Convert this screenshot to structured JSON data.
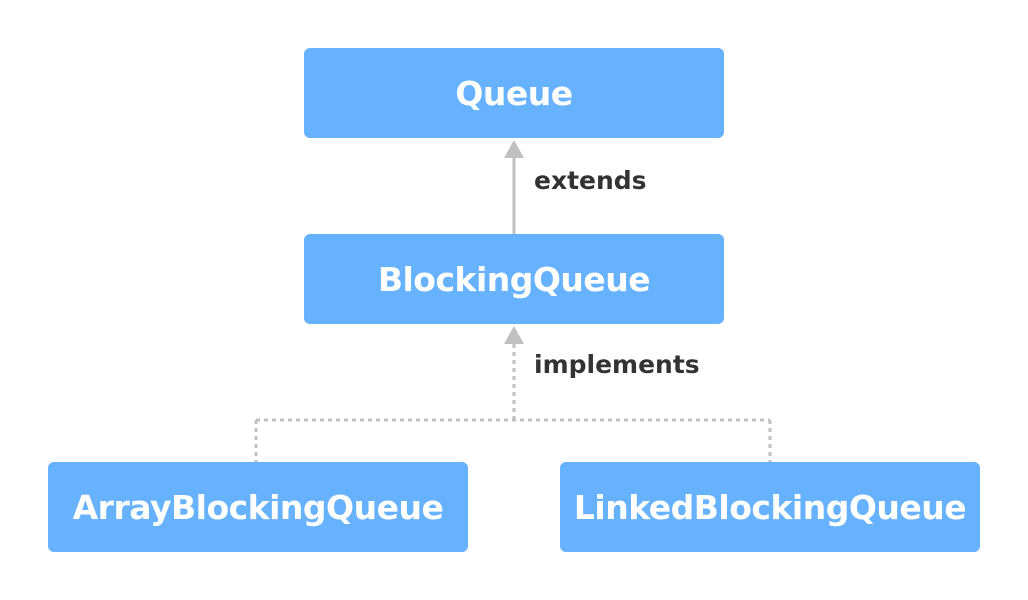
{
  "nodes": {
    "queue": "Queue",
    "blocking_queue": "BlockingQueue",
    "array_blocking_queue": "ArrayBlockingQueue",
    "linked_blocking_queue": "LinkedBlockingQueue"
  },
  "edges": {
    "extends_label": "extends",
    "implements_label": "implements"
  },
  "colors": {
    "node_fill": "#66b2ff",
    "node_text": "#ffffff",
    "edge_line": "#c0c0c0",
    "edge_label": "#333333"
  }
}
